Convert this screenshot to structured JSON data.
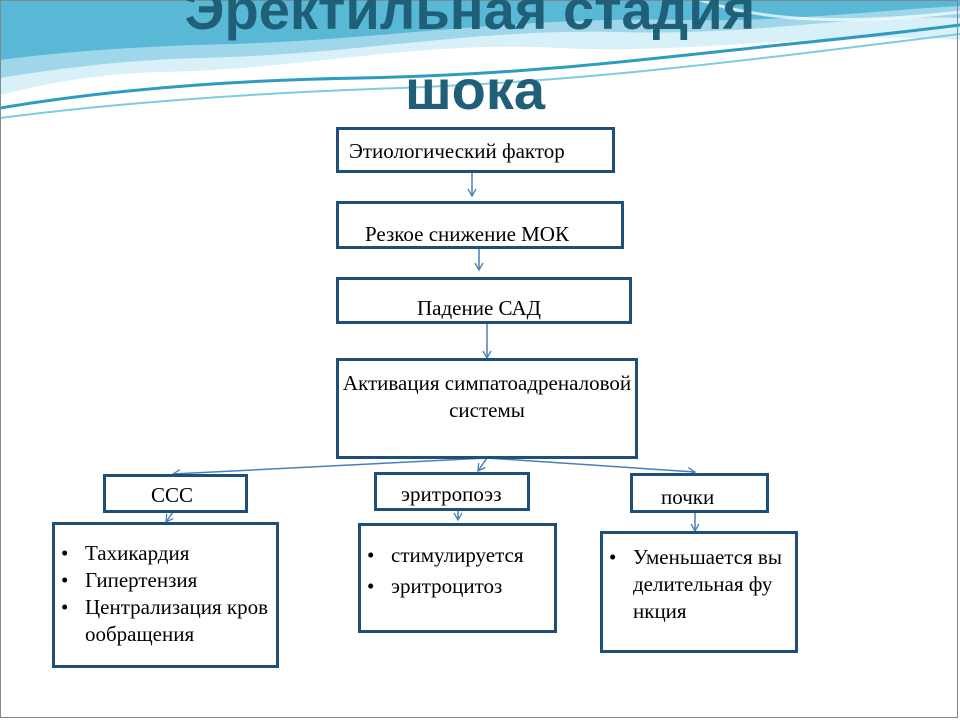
{
  "slide": {
    "title_line1": "Эректильная стадия",
    "title_line2": "шока"
  },
  "flow": {
    "etiology": "Этиологический фактор",
    "mok": "Резкое снижение МОК",
    "sad": "Падение САД",
    "activation": "Активация симпатоадреналовой системы"
  },
  "branches": [
    {
      "label": "ССС",
      "items": [
        "Тахикардия",
        "Гипертензия",
        "Централизация кровообращения"
      ]
    },
    {
      "label": "эритропоэз",
      "items": [
        "стимулируется",
        "эритроцитоз"
      ]
    },
    {
      "label": "почки",
      "items": [
        "Уменьшается выделительная функция"
      ]
    }
  ],
  "colors": {
    "title": "#1f5f78",
    "box_border": "#1f4e79",
    "connector": "#4a7fb5",
    "wave_dark": "#3aa7c8",
    "wave_light": "#bfe6f2"
  }
}
